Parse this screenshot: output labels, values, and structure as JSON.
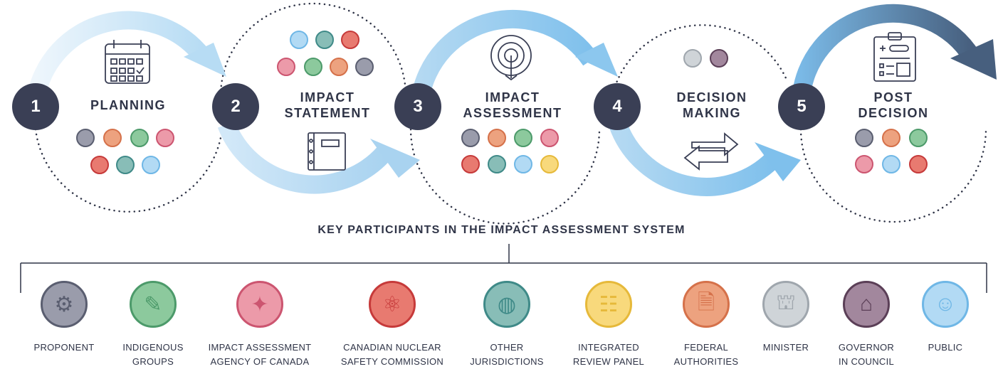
{
  "stages": [
    {
      "number": "1",
      "label": "PLANNING",
      "icon": "calendar-icon"
    },
    {
      "number": "2",
      "label": "IMPACT\nSTATEMENT",
      "icon": "notebook-icon"
    },
    {
      "number": "3",
      "label": "IMPACT\nASSESSMENT",
      "icon": "target-icon"
    },
    {
      "number": "4",
      "label": "DECISION\nMAKING",
      "icon": "exchange-arrows-icon"
    },
    {
      "number": "5",
      "label": "POST\nDECISION",
      "icon": "clipboard-checklist-icon"
    }
  ],
  "section_title": "KEY PARTICIPANTS IN THE IMPACT ASSESSMENT SYSTEM",
  "participants": [
    {
      "label": "PROPONENT",
      "icon": "gear-icon",
      "color": "#5a5e70",
      "fill": "#9a9cab"
    },
    {
      "label": "INDIGENOUS\nGROUPS",
      "icon": "feather-icon",
      "color": "#4c9a6a",
      "fill": "#8cc99d"
    },
    {
      "label": "IMPACT ASSESSMENT\nAGENCY OF CANADA",
      "icon": "maple-leaf-icon",
      "color": "#cc5570",
      "fill": "#ec9aa9"
    },
    {
      "label": "CANADIAN NUCLEAR\nSAFETY COMMISSION",
      "icon": "atom-icon",
      "color": "#c63a3a",
      "fill": "#e87a70"
    },
    {
      "label": "OTHER\nJURISDICTIONS",
      "icon": "globe-icon",
      "color": "#3f8a88",
      "fill": "#88bdb7"
    },
    {
      "label": "INTEGRATED\nREVIEW PANEL",
      "icon": "panel-people-icon",
      "color": "#e6b93a",
      "fill": "#f8d97c"
    },
    {
      "label": "FEDERAL\nAUTHORITIES",
      "icon": "document-search-icon",
      "color": "#d5714a",
      "fill": "#eda27f"
    },
    {
      "label": "MINISTER",
      "icon": "parliament-tower-icon",
      "color": "#9fa6ad",
      "fill": "#cfd4d8"
    },
    {
      "label": "GOVERNOR\nIN COUNCIL",
      "icon": "building-columns-icon",
      "color": "#5b3f57",
      "fill": "#a2879d"
    },
    {
      "label": "PUBLIC",
      "icon": "people-group-icon",
      "color": "#6fb7e6",
      "fill": "#b2daf4"
    }
  ],
  "colors": {
    "dark": "#3a3f55",
    "arrow_light": "#cfe6f7",
    "arrow_mid": "#8cc5ec",
    "arrow_dark": "#4f6f8f"
  }
}
